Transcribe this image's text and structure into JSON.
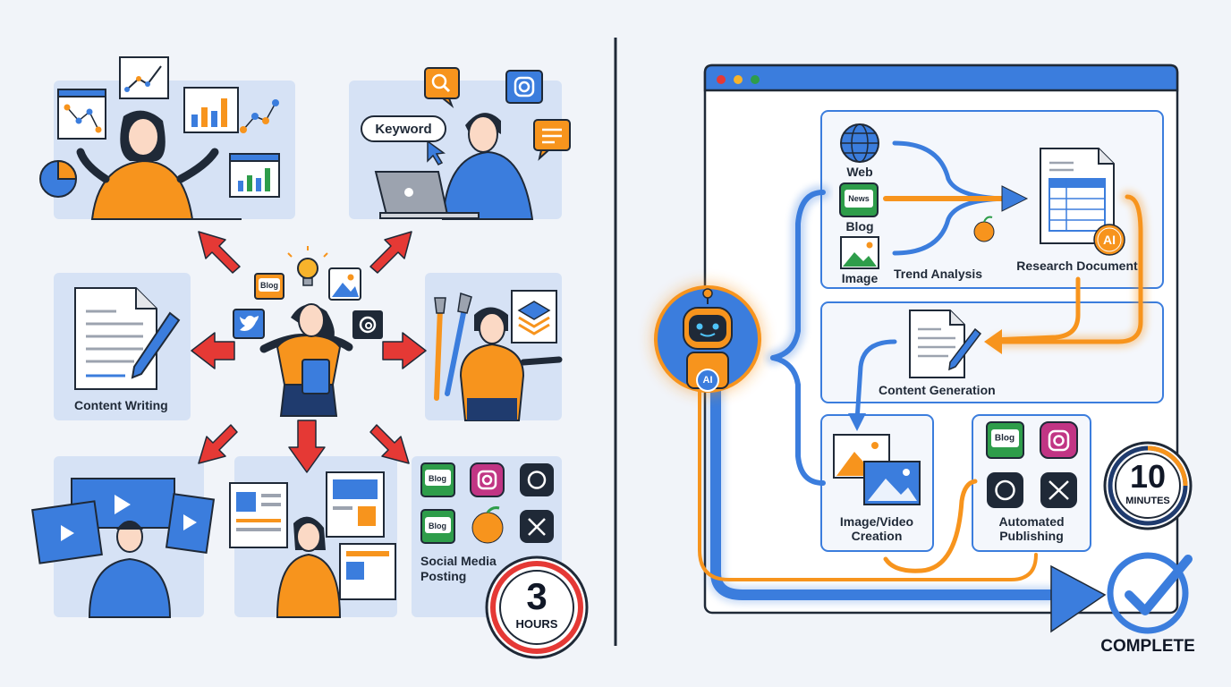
{
  "manual": {
    "tasks": [
      "Content Writing",
      "Social Media Posting"
    ],
    "keyword_label": "Keyword",
    "small_tags": [
      "Blog",
      "Blog",
      "Blog"
    ],
    "timer": {
      "number": "3",
      "unit": "HOURS"
    }
  },
  "automated": {
    "sources": [
      "Web",
      "Blog",
      "Image"
    ],
    "source_tag": "News",
    "trend_label": "Trend Analysis",
    "research_label": "Research Document",
    "ai_badge": "AI",
    "robot_badge": "AI",
    "content_label": "Content Generation",
    "image_label": [
      "Image/Video",
      "Creation"
    ],
    "publish_label": [
      "Automated",
      "Publishing"
    ],
    "publish_tag": "Blog",
    "timer": {
      "number": "10",
      "unit": "MINUTES"
    },
    "complete_label": "COMPLETE"
  },
  "colors": {
    "orange": "#f7941d",
    "blue": "#3b7ddd",
    "red": "#e53935",
    "panel": "#d6e2f5",
    "dark": "#1f2937"
  },
  "icons": [
    "pie-chart-icon",
    "line-chart-icon",
    "bar-chart-icon",
    "search-icon",
    "instagram-icon",
    "chat-icon",
    "laptop-icon",
    "document-icon",
    "pen-icon",
    "lightbulb-icon",
    "image-icon",
    "twitter-icon",
    "threads-icon",
    "brushes-icon",
    "layers-icon",
    "film-icon",
    "newspaper-icon",
    "orange-fruit-icon",
    "x-logo-icon",
    "globe-icon",
    "spreadsheet-icon",
    "robot-icon",
    "gear-icon",
    "checkmark-icon",
    "timer-icon"
  ]
}
